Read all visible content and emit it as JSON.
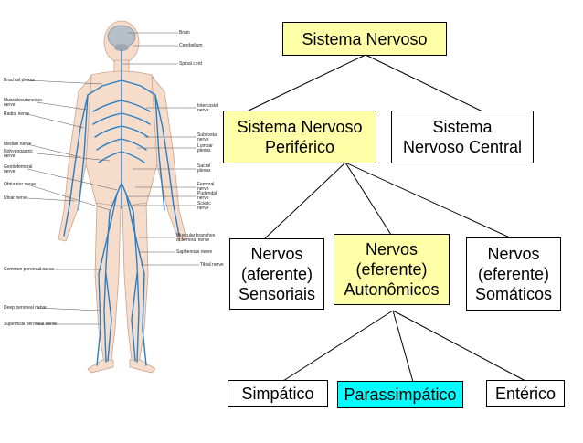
{
  "anatomy": {
    "labels_right": [
      "Brain",
      "Cerebellum",
      "Spinal cord",
      "Intercostal\nnerve",
      "Subcostal\nnerve",
      "Lumbar\nplexus",
      "Sacral\nplexus",
      "Femoral\nnerve",
      "Pudendal\nnerve",
      "Sciatic\nnerve",
      "Muscular branches\nof femoral nerve",
      "Saphenous nerve",
      "Tibial nerve"
    ],
    "labels_left": [
      "Brachial plexus",
      "Musculocutaneous\nnerve",
      "Radial nerve",
      "Median nerve",
      "Iliohypogastric\nnerve",
      "Genitofemoral\nnerve",
      "Obturator nerve",
      "Ulnar nerve",
      "Common peroneal nerve",
      "Deep peroneal nerve",
      "Superficial peroneal nerve"
    ],
    "nerve_color": "#2a7fc4"
  },
  "tree": {
    "root": "Sistema Nervoso",
    "peripheral": "Sistema Nervoso\nPeriférico",
    "central": "Sistema\nNervoso Central",
    "afferent": "Nervos\n(aferente)\nSensoriais",
    "autonomic": "Nervos\n(eferente)\nAutonômicos",
    "somatic": "Nervos\n(eferente)\nSomáticos",
    "sympathetic": "Simpático",
    "parasympathetic": "Parassimpático",
    "enteric": "Entérico",
    "colors": {
      "yellow": "#ffffa8",
      "cyan": "#00ffff",
      "white": "#ffffff"
    }
  }
}
